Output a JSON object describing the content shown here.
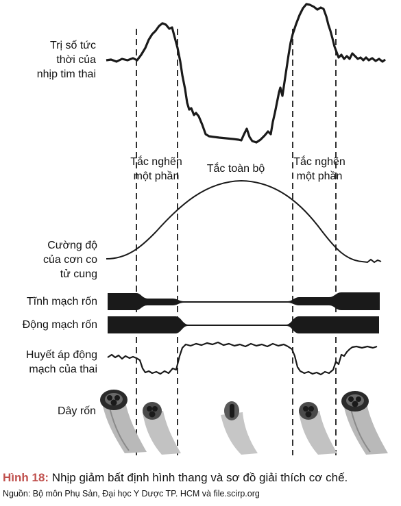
{
  "labels": {
    "fhr": [
      "Trị số tức",
      "thời của",
      "nhịp tim thai"
    ],
    "phase_partial_left": [
      "Tắc nghẽn",
      "một phần"
    ],
    "phase_total": "Tắc toàn bộ",
    "phase_partial_right": [
      "Tắc nghẽn",
      "một phần"
    ],
    "contraction": [
      "Cường độ",
      "của cơn co",
      "tử cung"
    ],
    "vein": "Tĩnh mạch rốn",
    "artery": "Động mạch rốn",
    "bp": [
      "Huyết áp động",
      "mạch của thai"
    ],
    "cord": "Dây rốn"
  },
  "caption": {
    "figure_label": "Hình 18:",
    "text": " Nhịp giảm bất định hình thang và sơ đồ giải thích cơ chế."
  },
  "source": "Nguồn: Bộ môn Phụ Sản, Đại học Y Dược TP. HCM và file.scirp.org",
  "colors": {
    "caption_label": "#c0504d",
    "line": "#1a1a1a"
  }
}
